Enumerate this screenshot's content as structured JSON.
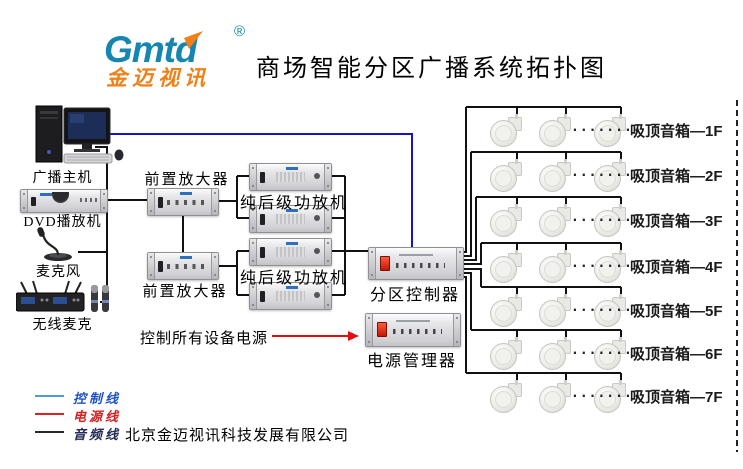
{
  "header": {
    "logo_text": "Gmtd",
    "logo_reg": "®",
    "logo_subtext": "金迈视讯",
    "title": "商场智能分区广播系统拓扑图"
  },
  "sources": {
    "broadcast_host": "广播主机",
    "dvd_player": "DVD播放机",
    "microphone": "麦克风",
    "wireless_mic": "无线麦克"
  },
  "amplifiers": {
    "preamps": [
      "前置放大器",
      "前置放大器"
    ],
    "power_amps": [
      "纯后级功放机",
      "纯后级功放机"
    ]
  },
  "controllers": {
    "zone_controller": "分区控制器",
    "power_manager": "电源管理器",
    "power_note": "控制所有设备电源"
  },
  "speakers": {
    "dots": "........",
    "rows": [
      {
        "label": "吸顶音箱—1F"
      },
      {
        "label": "吸顶音箱—2F"
      },
      {
        "label": "吸顶音箱—3F"
      },
      {
        "label": "吸顶音箱—4F"
      },
      {
        "label": "吸顶音箱—5F"
      },
      {
        "label": "吸顶音箱—6F"
      },
      {
        "label": "吸顶音箱—7F"
      }
    ]
  },
  "legend": {
    "items": [
      {
        "label": "控制线",
        "color": "#5599dd"
      },
      {
        "label": "电源线",
        "color": "#dd2222"
      },
      {
        "label": "音频线",
        "color": "#2a2a2a"
      }
    ]
  },
  "footer": {
    "company": "北京金迈视讯科技发展有限公司"
  },
  "colors": {
    "control_line": "#1414cc",
    "power_line": "#e01010",
    "audio_line": "#111111",
    "logo_blue": "#1486b0",
    "logo_orange": "#f08119"
  }
}
